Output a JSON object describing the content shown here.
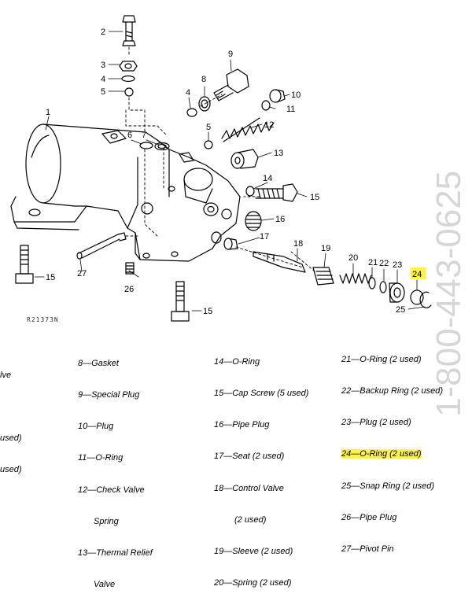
{
  "figure": {
    "reference_code": "R21373N",
    "watermark": "1-800-443-0625",
    "callouts": [
      "1",
      "2",
      "3",
      "4",
      "5",
      "6",
      "7",
      "8",
      "9",
      "10",
      "11",
      "12",
      "13",
      "14",
      "15",
      "16",
      "17",
      "18",
      "19",
      "20",
      "21",
      "22",
      "23",
      "24",
      "25",
      "26",
      "27"
    ],
    "highlighted_callout": "24",
    "highlight_color": "#fff24a"
  },
  "legend": {
    "cut_left": [
      "lve",
      "",
      "used)",
      "used)"
    ],
    "col1": [
      "8—Gasket",
      "9—Special Plug",
      "10—Plug",
      "11—O-Ring",
      "12—Check Valve",
      "Spring",
      "13—Thermal Relief",
      "Valve"
    ],
    "col2": [
      "14—O-Ring",
      "15—Cap Screw (5 used)",
      "16—Pipe Plug",
      "17—Seat (2 used)",
      "18—Control Valve",
      "(2 used)",
      "19—Sleeve (2 used)",
      "20—Spring (2 used)"
    ],
    "col3": [
      "21—O-Ring (2 used)",
      "22—Backup Ring (2 used)",
      "23—Plug (2 used)",
      "24—O-Ring (2 used)",
      "25—Snap Ring (2 used)",
      "26—Pipe Plug",
      "27—Pivot Pin"
    ]
  }
}
